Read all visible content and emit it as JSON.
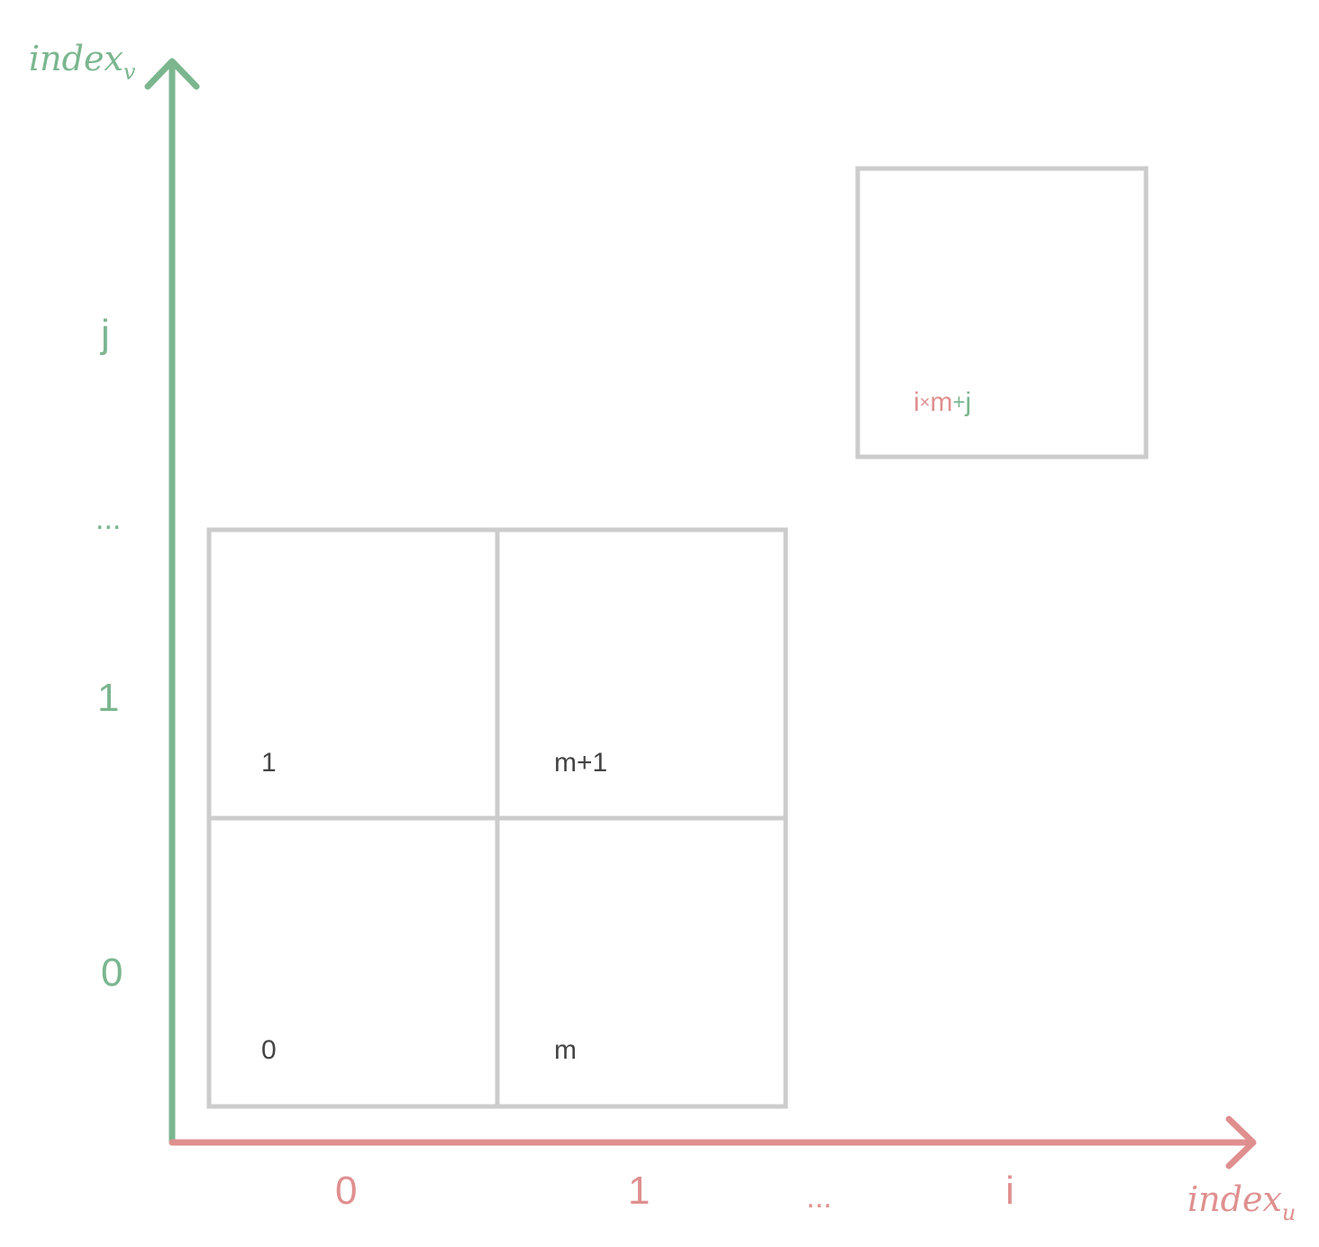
{
  "colors": {
    "u_axis": "#e08f8f",
    "v_axis": "#7bb68f",
    "grid": "#cccccc",
    "cell_text": "#444444"
  },
  "axes": {
    "u": {
      "name": "index",
      "subscript": "u"
    },
    "v": {
      "name": "index",
      "subscript": "v"
    }
  },
  "u_ticks": [
    "0",
    "1",
    "...",
    "i"
  ],
  "v_ticks": [
    "0",
    "1",
    "...",
    "j"
  ],
  "cells": {
    "c00": "0",
    "c01": "1",
    "c10": "m",
    "c11": "m+1"
  },
  "highlight_cell": {
    "u_part": "i",
    "times": "×",
    "m_part": "m",
    "plus": "+",
    "v_part": "j"
  }
}
